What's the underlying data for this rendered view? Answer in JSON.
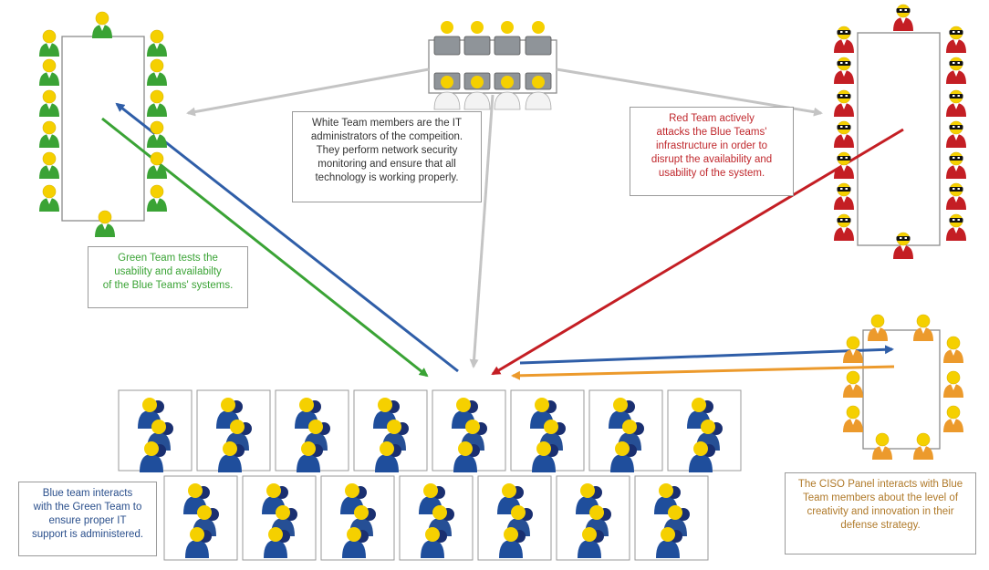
{
  "colors": {
    "green": "#3aa335",
    "red": "#c41e24",
    "orange": "#ec9a2c",
    "blue": "#1f4e9c",
    "white_team": "#9aa0a6",
    "head": "#f5d000",
    "text_white": "#333333",
    "text_red": "#c0282d",
    "text_green": "#3aa335",
    "text_blue": "#2a4f8c",
    "text_ciso": "#b07a2a"
  },
  "captions": {
    "white": [
      "White Team members are the IT",
      "administrators of the compeition.",
      "They perform network security",
      "monitoring and ensure that all",
      "technology is working properly."
    ],
    "red": [
      "Red Team actively",
      "attacks the Blue Teams'",
      "infrastructure in order to",
      "disrupt the availability and",
      "usability of the system."
    ],
    "green": [
      "Green Team tests the",
      "usability and availabilty",
      "of the Blue Teams' systems."
    ],
    "blue": [
      "Blue team interacts",
      "with the Green Team to",
      "ensure proper IT",
      "support is administered."
    ],
    "ciso": [
      "The CISO Panel interacts with Blue",
      "Team members about the level of",
      "creativity and innovation in their",
      "defense strategy."
    ]
  },
  "icons": {
    "green_member": "person-icon",
    "red_member": "masked-person-icon",
    "white_member": "person-at-laptop-icon",
    "blue_member": "person-group-icon",
    "ciso_member": "person-icon",
    "table": "conference-table-icon"
  }
}
